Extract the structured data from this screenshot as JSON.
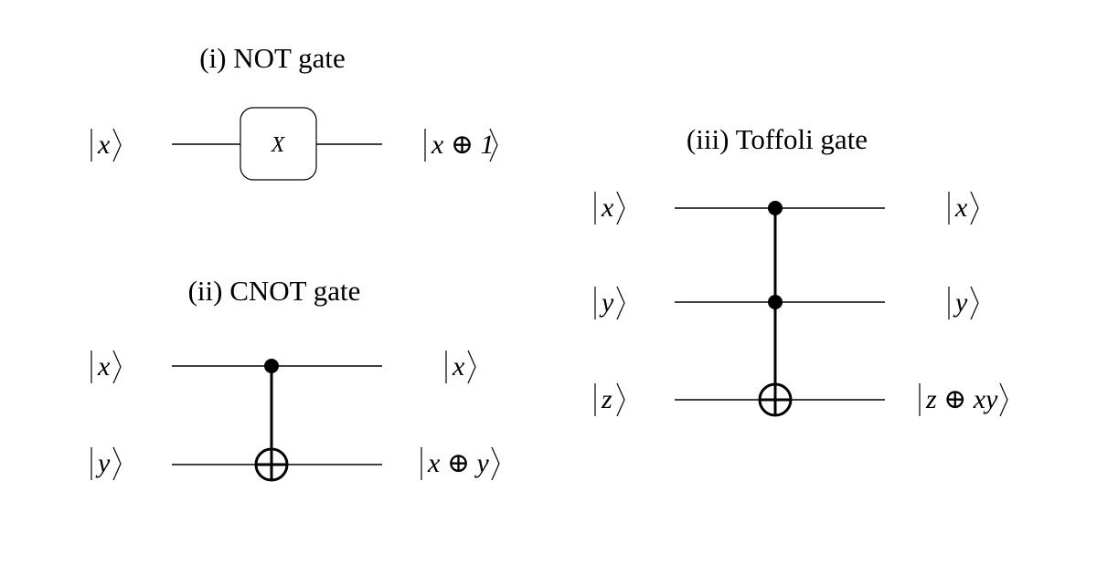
{
  "not_gate": {
    "title": "(i) NOT gate",
    "input": "x",
    "gate_label": "X",
    "output": "x ⊕ 1"
  },
  "cnot_gate": {
    "title": "(ii) CNOT gate",
    "inputs": [
      "x",
      "y"
    ],
    "outputs": [
      "x",
      "x ⊕ y"
    ]
  },
  "toffoli_gate": {
    "title": "(iii) Toffoli gate",
    "inputs": [
      "x",
      "y",
      "z"
    ],
    "outputs": [
      "x",
      "y",
      "z ⊕ xy"
    ]
  }
}
